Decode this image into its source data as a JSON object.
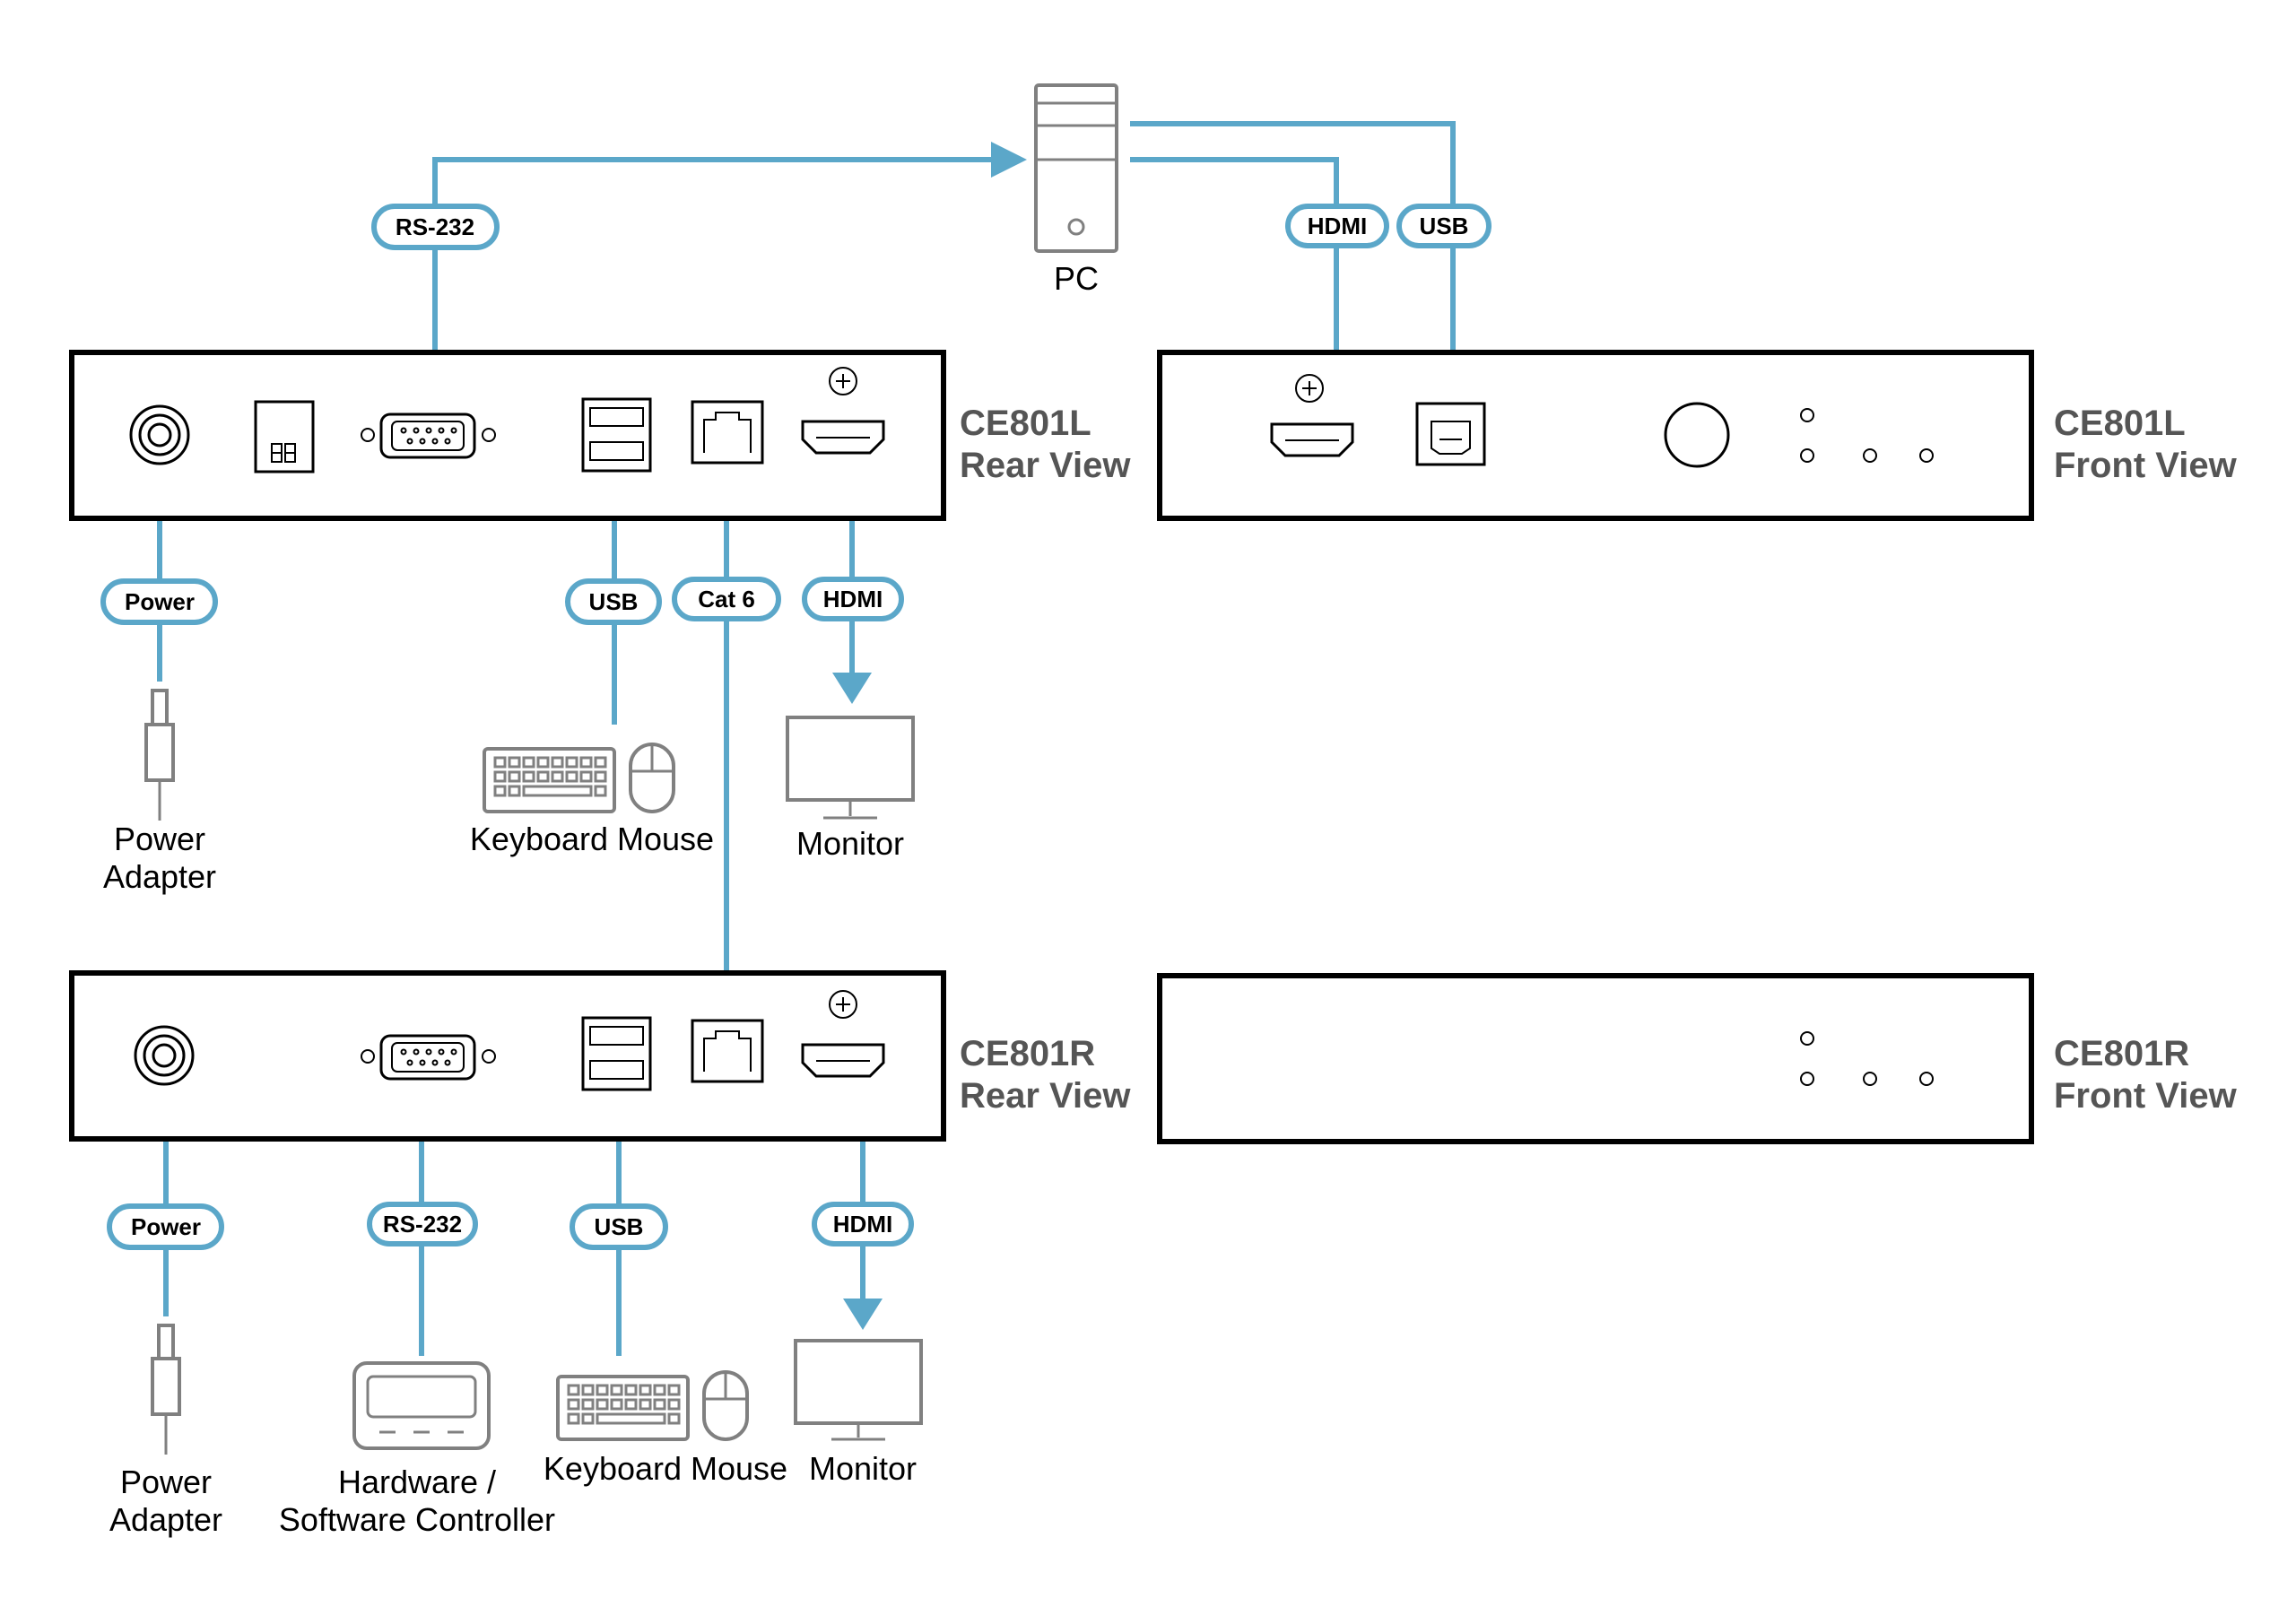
{
  "units": {
    "l_rear": {
      "name": "CE801L",
      "view": "Rear View"
    },
    "l_front": {
      "name": "CE801L",
      "view": "Front View"
    },
    "r_rear": {
      "name": "CE801R",
      "view": "Rear View"
    },
    "r_front": {
      "name": "CE801R",
      "view": "Front View"
    }
  },
  "cables": {
    "l_rs232": "RS-232",
    "pc_hdmi": "HDMI",
    "pc_usb": "USB",
    "l_power": "Power",
    "l_usb": "USB",
    "cat6": "Cat 6",
    "l_hdmi": "HDMI",
    "r_power": "Power",
    "r_rs232": "RS-232",
    "r_usb": "USB",
    "r_hdmi": "HDMI"
  },
  "devices": {
    "pc": "PC",
    "l_power_adapter": [
      "Power",
      "Adapter"
    ],
    "l_keyboard_mouse": "Keyboard Mouse",
    "l_monitor": "Monitor",
    "r_power_adapter": [
      "Power",
      "Adapter"
    ],
    "r_controller": [
      "Hardware /",
      "Software Controller"
    ],
    "r_keyboard_mouse": "Keyboard Mouse",
    "r_monitor": "Monitor"
  },
  "colors": {
    "cable": "#5ba7c9",
    "device_outline": "#808080",
    "unit_label": "#555555"
  }
}
